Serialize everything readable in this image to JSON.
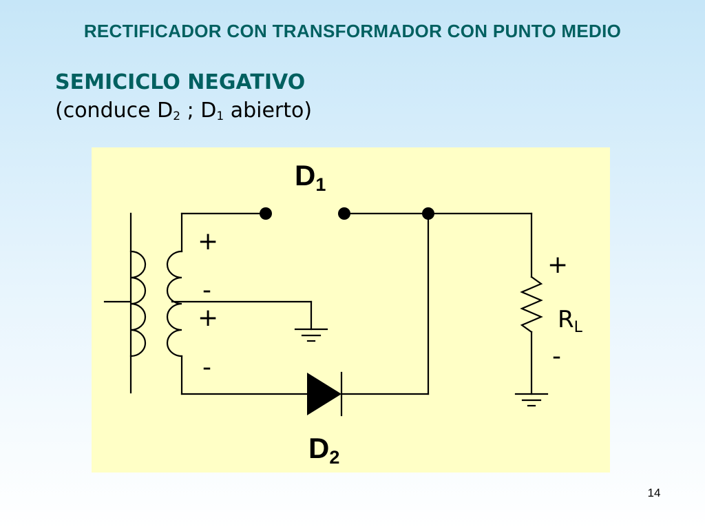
{
  "slide": {
    "title": "RECTIFICADOR CON TRANSFORMADOR CON PUNTO MEDIO",
    "heading": "SEMICICLO NEGATIVO",
    "subheading": {
      "open": "(conduce D",
      "sub1": "2",
      "mid": " ; D",
      "sub2": "1",
      "close": " abierto)"
    },
    "page_number": "14"
  },
  "circuit": {
    "d1": {
      "letter": "D",
      "index": "1"
    },
    "d2": {
      "letter": "D",
      "index": "2"
    },
    "secondary_top": {
      "plus": "+",
      "minus": "-"
    },
    "secondary_bottom": {
      "plus": "+",
      "minus": "-"
    },
    "load": {
      "letter": "R",
      "index": "L",
      "plus": "+",
      "minus": "-"
    }
  },
  "colors": {
    "title": "#006060",
    "heading": "#006060",
    "panel_background": "#ffffc6",
    "wire": "#000000"
  }
}
